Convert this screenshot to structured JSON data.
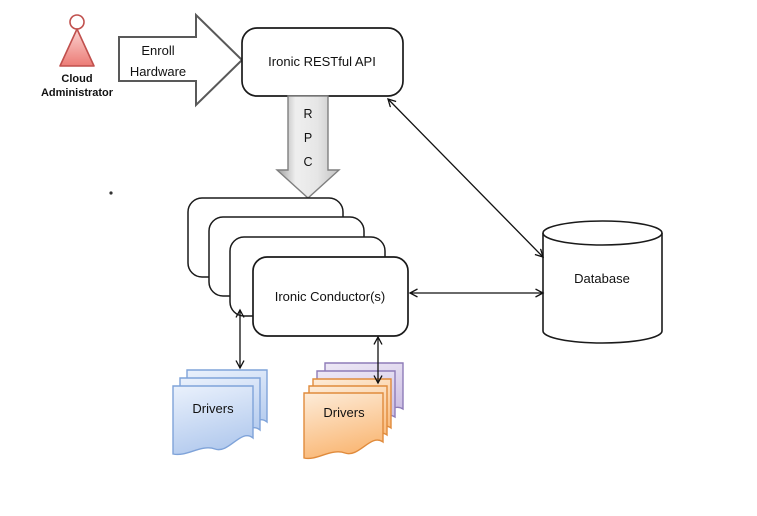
{
  "diagram": {
    "actor": {
      "name": "Cloud Administrator",
      "label_line1": "Cloud",
      "label_line2": "Administrator"
    },
    "enroll_arrow": {
      "label_line1": "Enroll",
      "label_line2": "Hardware"
    },
    "api": {
      "label": "Ironic RESTful API"
    },
    "rpc": {
      "letters": [
        "R",
        "P",
        "C"
      ]
    },
    "conductors": {
      "label": "Ironic Conductor(s)",
      "stack_count": 4
    },
    "database": {
      "label": "Database"
    },
    "drivers_left": {
      "label": "Drivers",
      "color": "blue",
      "doc_count": 3
    },
    "drivers_right": {
      "label": "Drivers",
      "color": "orange",
      "orange_doc_count": 3,
      "purple_doc_count": 2
    },
    "colors": {
      "actor_fill": "#ef837d",
      "actor_border": "#c0504d",
      "box_border": "#1a1a1a",
      "enroll_border": "#595959",
      "rpc_fill": "#d9d9d9",
      "rpc_border": "#7f7f7f",
      "blue_fill": "#bdd2f0",
      "blue_border": "#7fa3d9",
      "purple_fill": "#cfc2e4",
      "purple_border": "#8e7cb8",
      "orange_fill": "#fbbd85",
      "orange_border": "#e08b3c"
    }
  }
}
